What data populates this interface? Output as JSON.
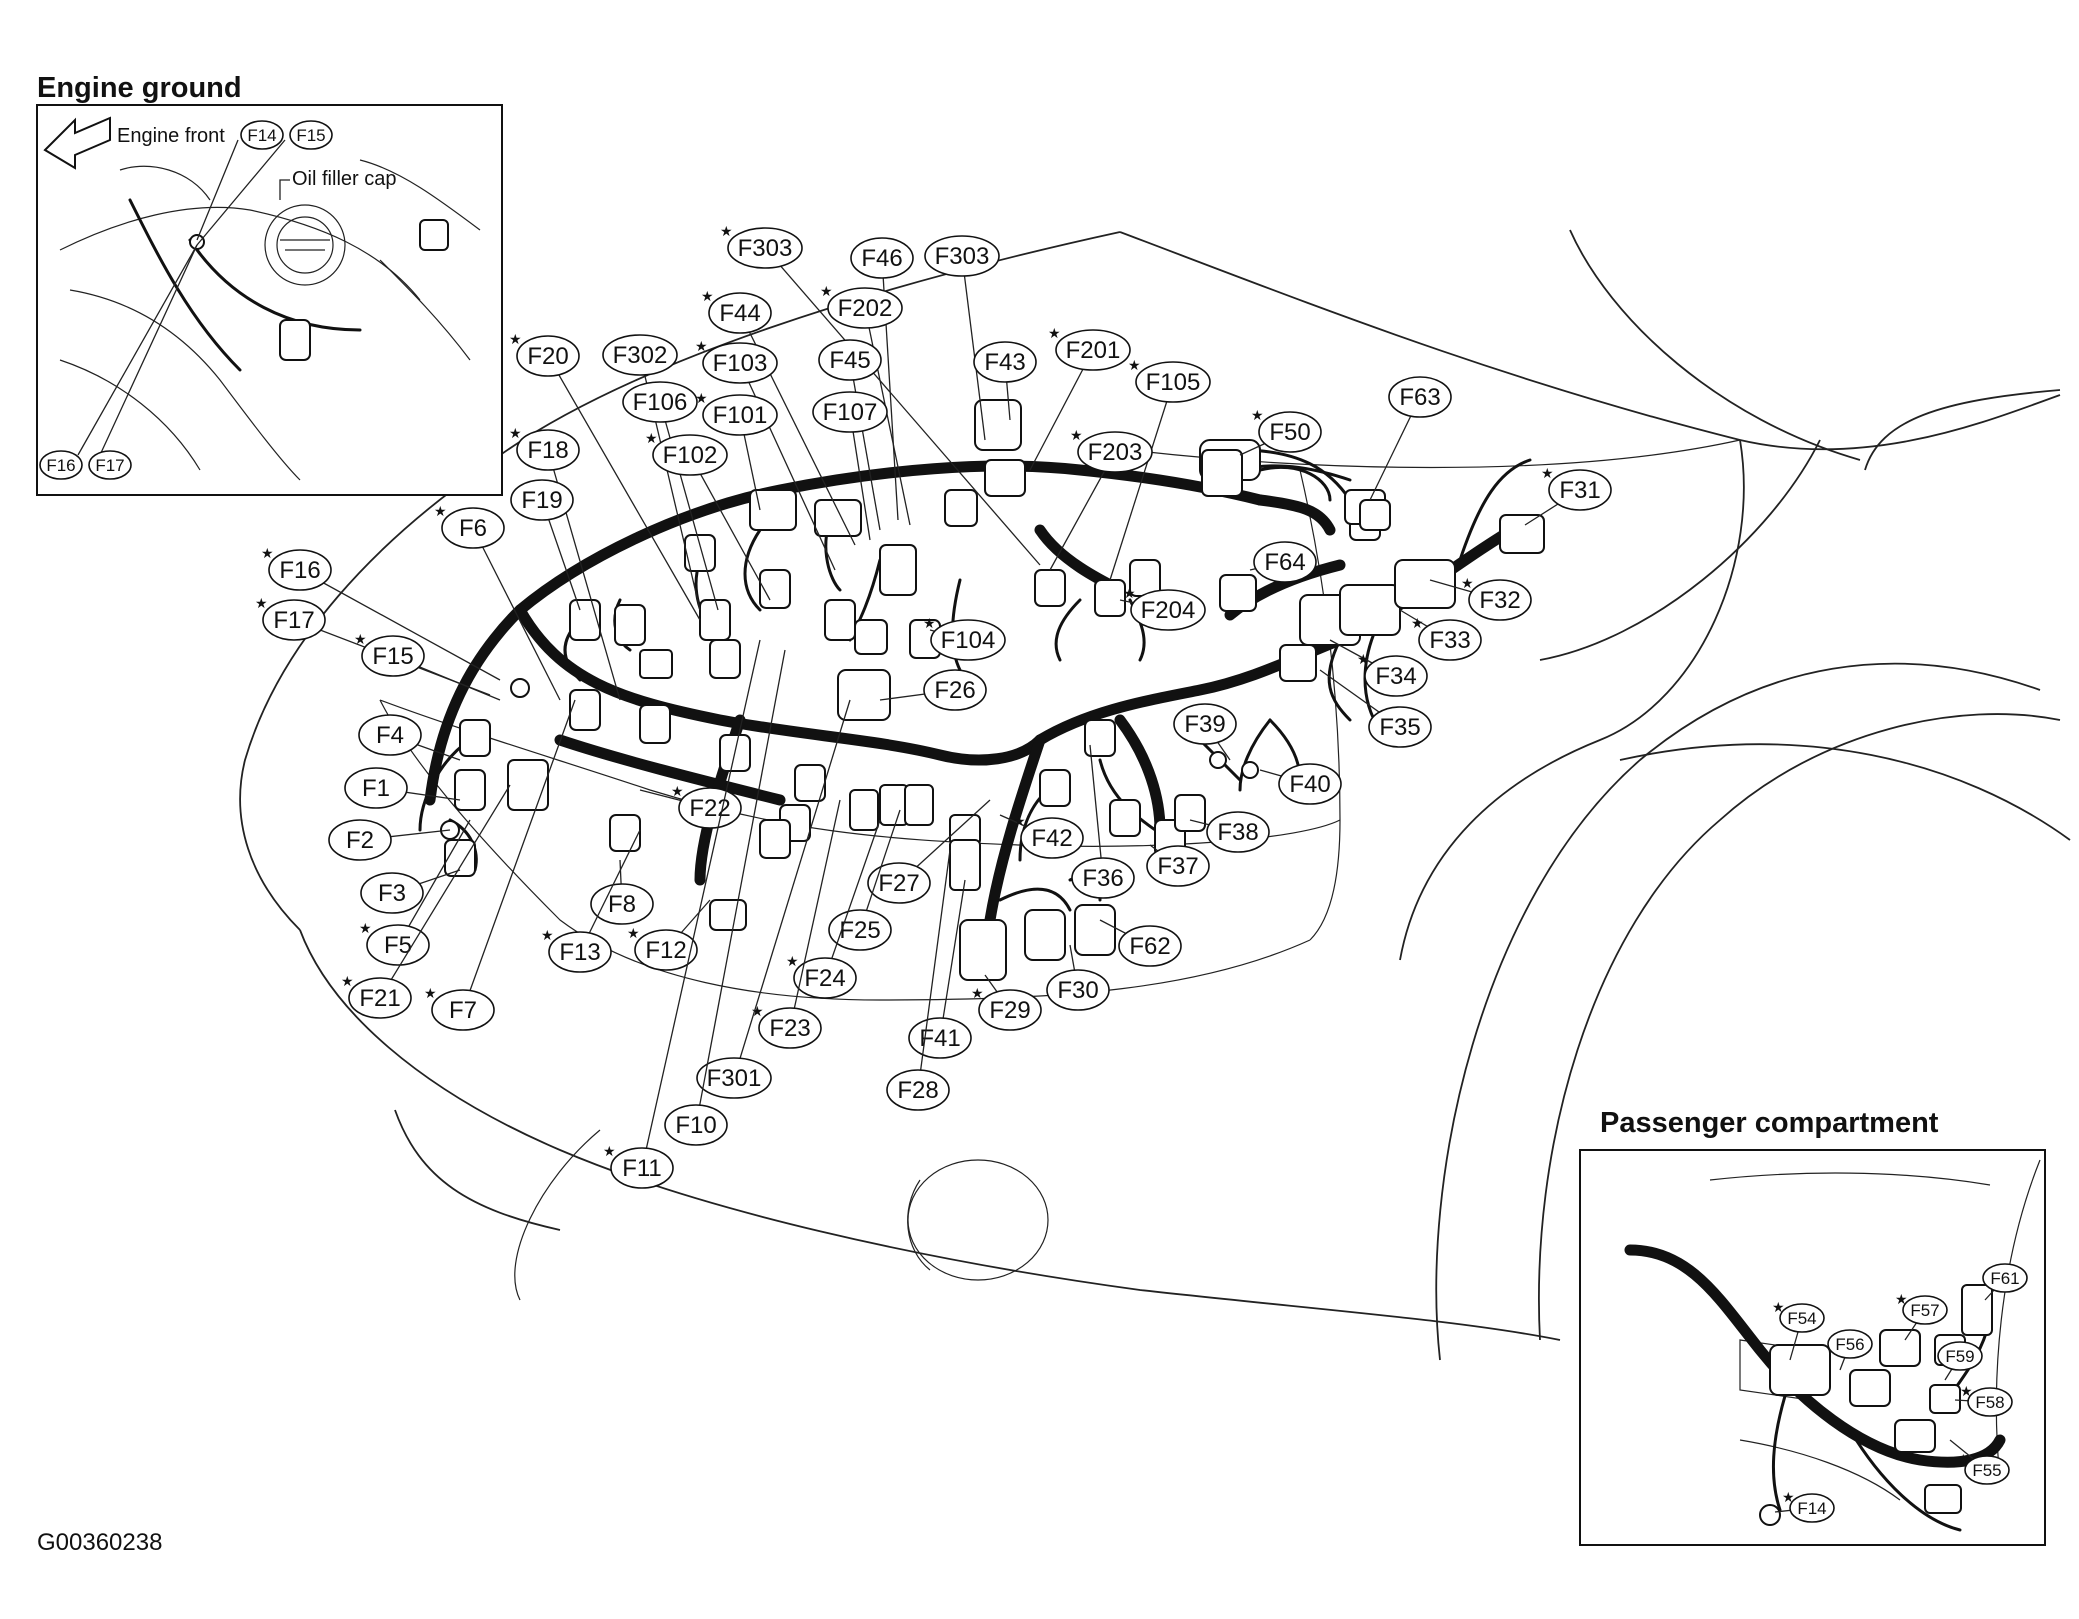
{
  "titles": {
    "engine_ground": "Engine ground",
    "passenger_compartment": "Passenger compartment"
  },
  "figure_id": "G00360238",
  "engine_ground_inset": {
    "engine_front_text": "Engine front",
    "oil_filler_cap_text": "Oil filler cap",
    "labels": [
      "F14",
      "F15",
      "F16",
      "F17"
    ]
  },
  "main_labels": [
    {
      "id": "F303",
      "text": "F303",
      "star": true
    },
    {
      "id": "F46",
      "text": "F46",
      "star": false
    },
    {
      "id": "F303b",
      "text": "F303",
      "star": false
    },
    {
      "id": "F44",
      "text": "F44",
      "star": true
    },
    {
      "id": "F202",
      "text": "F202",
      "star": true
    },
    {
      "id": "F20",
      "text": "F20",
      "star": true
    },
    {
      "id": "F302",
      "text": "F302",
      "star": false
    },
    {
      "id": "F103",
      "text": "F103",
      "star": true
    },
    {
      "id": "F45",
      "text": "F45",
      "star": false
    },
    {
      "id": "F43",
      "text": "F43",
      "star": false
    },
    {
      "id": "F201",
      "text": "F201",
      "star": true
    },
    {
      "id": "F105",
      "text": "F105",
      "star": true
    },
    {
      "id": "F63",
      "text": "F63",
      "star": false
    },
    {
      "id": "F106",
      "text": "F106",
      "star": false
    },
    {
      "id": "F101",
      "text": "F101",
      "star": true
    },
    {
      "id": "F107",
      "text": "F107",
      "star": false
    },
    {
      "id": "F50",
      "text": "F50",
      "star": true
    },
    {
      "id": "F18",
      "text": "F18",
      "star": true
    },
    {
      "id": "F102",
      "text": "F102",
      "star": true
    },
    {
      "id": "F203",
      "text": "F203",
      "star": true
    },
    {
      "id": "F31",
      "text": "F31",
      "star": true
    },
    {
      "id": "F19",
      "text": "F19",
      "star": false
    },
    {
      "id": "F6",
      "text": "F6",
      "star": true
    },
    {
      "id": "F64",
      "text": "F64",
      "star": false
    },
    {
      "id": "F16",
      "text": "F16",
      "star": true
    },
    {
      "id": "F204",
      "text": "F204",
      "star": true
    },
    {
      "id": "F17",
      "text": "F17",
      "star": true
    },
    {
      "id": "F32",
      "text": "F32",
      "star": true
    },
    {
      "id": "F104",
      "text": "F104",
      "star": true
    },
    {
      "id": "F33",
      "text": "F33",
      "star": true
    },
    {
      "id": "F15",
      "text": "F15",
      "star": true
    },
    {
      "id": "F26",
      "text": "F26",
      "star": false
    },
    {
      "id": "F34",
      "text": "F34",
      "star": true
    },
    {
      "id": "F35",
      "text": "F35",
      "star": false
    },
    {
      "id": "F4",
      "text": "F4",
      "star": false
    },
    {
      "id": "F39",
      "text": "F39",
      "star": false
    },
    {
      "id": "F1",
      "text": "F1",
      "star": false
    },
    {
      "id": "F40",
      "text": "F40",
      "star": false
    },
    {
      "id": "F22",
      "text": "F22",
      "star": true
    },
    {
      "id": "F2",
      "text": "F2",
      "star": false
    },
    {
      "id": "F38",
      "text": "F38",
      "star": false
    },
    {
      "id": "F42",
      "text": "F42",
      "star": true
    },
    {
      "id": "F3",
      "text": "F3",
      "star": false
    },
    {
      "id": "F37",
      "text": "F37",
      "star": false
    },
    {
      "id": "F27",
      "text": "F27",
      "star": false
    },
    {
      "id": "F36",
      "text": "F36",
      "star": false
    },
    {
      "id": "F8",
      "text": "F8",
      "star": false
    },
    {
      "id": "F5",
      "text": "F5",
      "star": true
    },
    {
      "id": "F25",
      "text": "F25",
      "star": false
    },
    {
      "id": "F62",
      "text": "F62",
      "star": false
    },
    {
      "id": "F13",
      "text": "F13",
      "star": true
    },
    {
      "id": "F12",
      "text": "F12",
      "star": true
    },
    {
      "id": "F24",
      "text": "F24",
      "star": true
    },
    {
      "id": "F30",
      "text": "F30",
      "star": false
    },
    {
      "id": "F21",
      "text": "F21",
      "star": true
    },
    {
      "id": "F7",
      "text": "F7",
      "star": true
    },
    {
      "id": "F29",
      "text": "F29",
      "star": true
    },
    {
      "id": "F23",
      "text": "F23",
      "star": true
    },
    {
      "id": "F41",
      "text": "F41",
      "star": false
    },
    {
      "id": "F301",
      "text": "F301",
      "star": false
    },
    {
      "id": "F28",
      "text": "F28",
      "star": false
    },
    {
      "id": "F10",
      "text": "F10",
      "star": false
    },
    {
      "id": "F11",
      "text": "F11",
      "star": true
    }
  ],
  "passenger_labels": [
    {
      "id": "F61",
      "text": "F61",
      "star": false
    },
    {
      "id": "F54",
      "text": "F54",
      "star": true
    },
    {
      "id": "F57",
      "text": "F57",
      "star": true
    },
    {
      "id": "F56",
      "text": "F56",
      "star": false
    },
    {
      "id": "F59",
      "text": "F59",
      "star": false
    },
    {
      "id": "F58",
      "text": "F58",
      "star": true
    },
    {
      "id": "F55",
      "text": "F55",
      "star": true
    },
    {
      "id": "F14",
      "text": "F14",
      "star": true
    }
  ]
}
